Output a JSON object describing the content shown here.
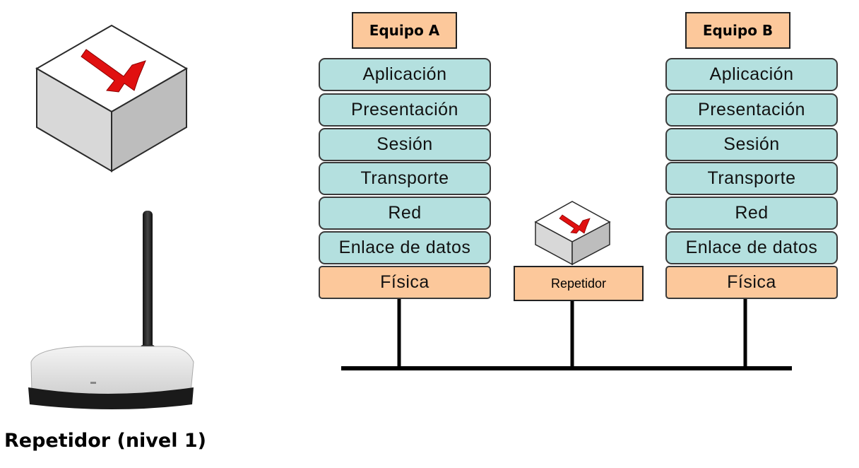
{
  "stack_a": {
    "title": "Equipo A",
    "layers": [
      "Aplicación",
      "Presentación",
      "Sesión",
      "Transporte",
      "Red",
      "Enlace de datos",
      "Física"
    ]
  },
  "stack_b": {
    "title": "Equipo B",
    "layers": [
      "Aplicación",
      "Presentación",
      "Sesión",
      "Transporte",
      "Red",
      "Enlace de datos",
      "Física"
    ]
  },
  "repeater": {
    "label": "Repetidor"
  },
  "caption": "Repetidor (nivel 1)",
  "colors": {
    "upper_layer": "#b4e0df",
    "physical_layer": "#fcc89b",
    "arrow": "#e01010"
  }
}
